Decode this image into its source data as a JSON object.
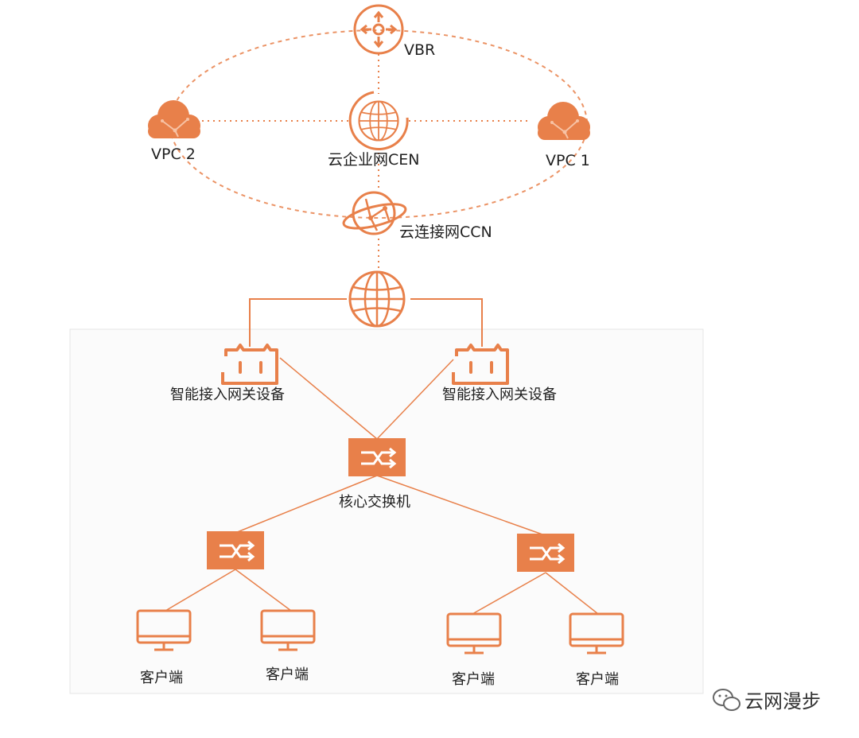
{
  "colors": {
    "accent": "#e8804a",
    "link_light": "#f0a57d",
    "text": "#1f1f1f"
  },
  "labels": {
    "vbr": "VBR",
    "vpc2": "VPC 2",
    "vpc1": "VPC 1",
    "cen": "云企业网CEN",
    "ccn": "云连接网CCN",
    "gateway_left": "智能接入网关设备",
    "gateway_right": "智能接入网关设备",
    "core_switch": "核心交换机",
    "client_1": "客户端",
    "client_2": "客户端",
    "client_3": "客户端",
    "client_4": "客户端"
  },
  "watermark": {
    "text": "云网漫步",
    "icon": "wechat-icon"
  },
  "icons": {
    "vbr": "router-icon",
    "vpc": "cloud-icon",
    "cen": "globe-icon",
    "ccn": "orbit-globe-icon",
    "internet": "globe-icon",
    "gateway": "gateway-icon",
    "switch": "switch-icon",
    "client": "monitor-icon"
  }
}
